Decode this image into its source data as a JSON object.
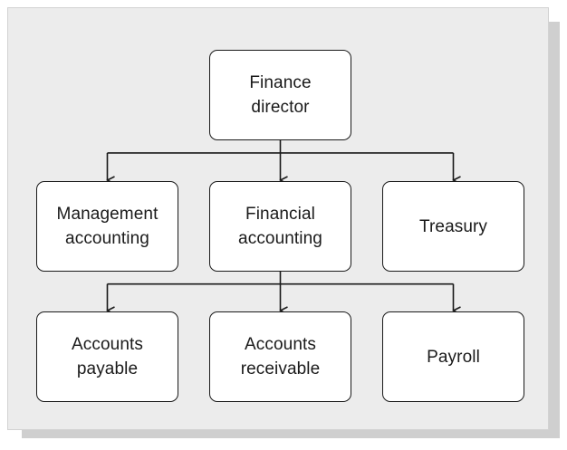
{
  "diagram": {
    "type": "organization-chart",
    "colors": {
      "panel_background": "#ececec",
      "panel_shadow": "#cfcfcf",
      "node_fill": "#ffffff",
      "line": "#1a1a1a"
    },
    "nodes": {
      "finance_director": "Finance\ndirector",
      "management_accounting": "Management\naccounting",
      "financial_accounting": "Financial\naccounting",
      "treasury": "Treasury",
      "accounts_payable": "Accounts\npayable",
      "accounts_receivable": "Accounts\nreceivable",
      "payroll": "Payroll"
    },
    "edges": [
      [
        "finance_director",
        "management_accounting"
      ],
      [
        "finance_director",
        "financial_accounting"
      ],
      [
        "finance_director",
        "treasury"
      ],
      [
        "financial_accounting",
        "accounts_payable"
      ],
      [
        "financial_accounting",
        "accounts_receivable"
      ],
      [
        "financial_accounting",
        "payroll"
      ]
    ]
  }
}
